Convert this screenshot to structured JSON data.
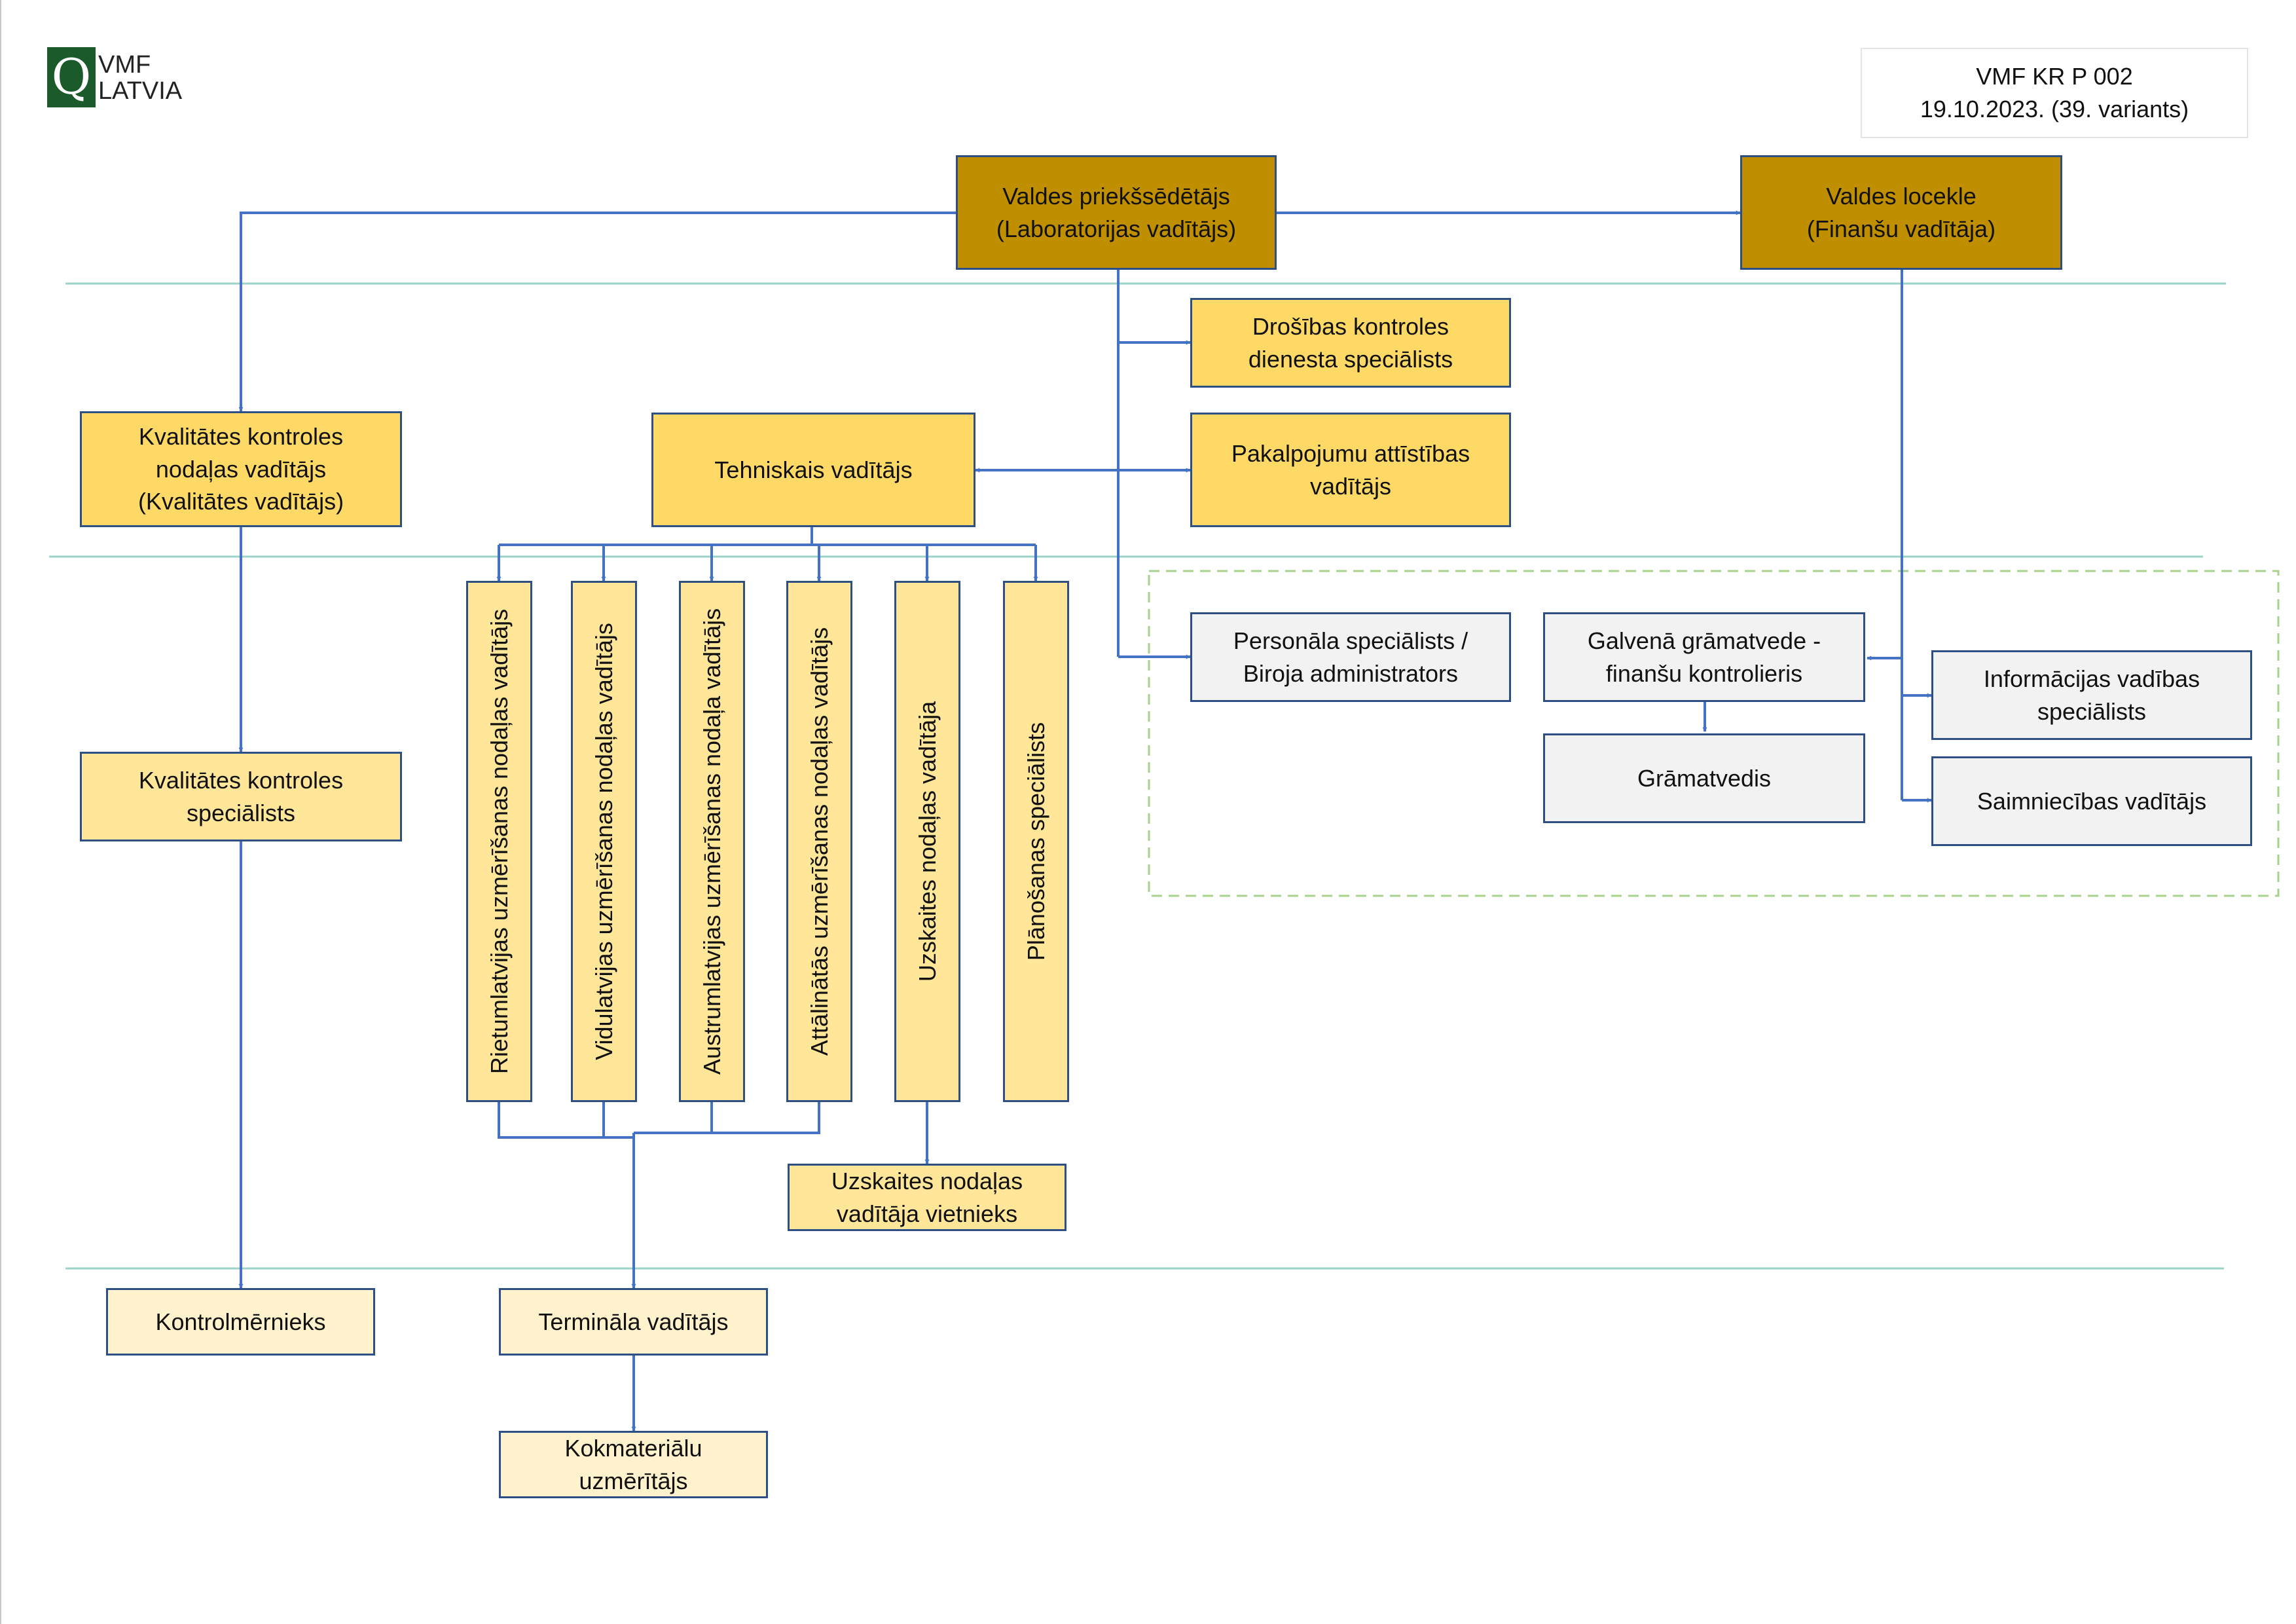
{
  "logo": {
    "mark": "Q",
    "line1": "VMF",
    "line2": "LATVIA"
  },
  "document": {
    "code": "VMF KR P 002",
    "date": "19.10.2023. (39. variants)"
  },
  "nodes": {
    "chairman": [
      "Valdes priekšsēdētājs",
      "(Laboratorijas vadītājs)"
    ],
    "board_member": [
      "Valdes locekle",
      "(Finanšu vadītāja)"
    ],
    "security": [
      "Drošības kontroles",
      "dienesta speciālists"
    ],
    "service_dev": [
      "Pakalpojumu attīstības",
      "vadītājs"
    ],
    "technical": [
      "Tehniskais vadītājs"
    ],
    "quality_head": [
      "Kvalitātes kontroles",
      "nodaļas vadītājs",
      "(Kvalitātes vadītājs)"
    ],
    "quality_specialist": [
      "Kvalitātes kontroles",
      "speciālists"
    ],
    "control_measurer": [
      "Kontrolmērnieks"
    ],
    "terminal": [
      "Termināla vadītājs"
    ],
    "timber_measurer": [
      "Kokmateriālu",
      "uzmērītājs"
    ],
    "accounting_deputy": [
      "Uzskaites nodaļas",
      "vadītāja vietnieks"
    ],
    "personnel": [
      "Personāla speciālists /",
      "Biroja administrators"
    ],
    "chief_accountant": [
      "Galvenā grāmatvede -",
      "finanšu kontrolieris"
    ],
    "accountant": [
      "Grāmatvedis"
    ],
    "it_specialist": [
      "Informācijas vadības",
      "speciālists"
    ],
    "facilities": [
      "Saimniecības vadītājs"
    ]
  },
  "vertical_nodes": {
    "west": "Rietumlatvijas uzmērīšanas nodaļas vadītājs",
    "central": "Vidulatvijas uzmērīšanas nodaļas vadītājs",
    "east": "Austrumlatvijas uzmērīšanas nodaļa vadītājs",
    "remote": "Attālinātās uzmērīšanas nodaļas vadītājs",
    "accounting": "Uzskaites nodaļas vadītāja",
    "planning": "Plānošanas speciālists"
  },
  "colors": {
    "level_1": "#bf8f00",
    "level_2": "#ffd966",
    "level_3": "#ffe699",
    "level_4": "#fff2cc",
    "admin": "#f2f2f2",
    "connector": "#4472c4",
    "box_border": "#2e4f85",
    "separator": "#9bd3cb",
    "dashed_group": "#a9d18e"
  }
}
